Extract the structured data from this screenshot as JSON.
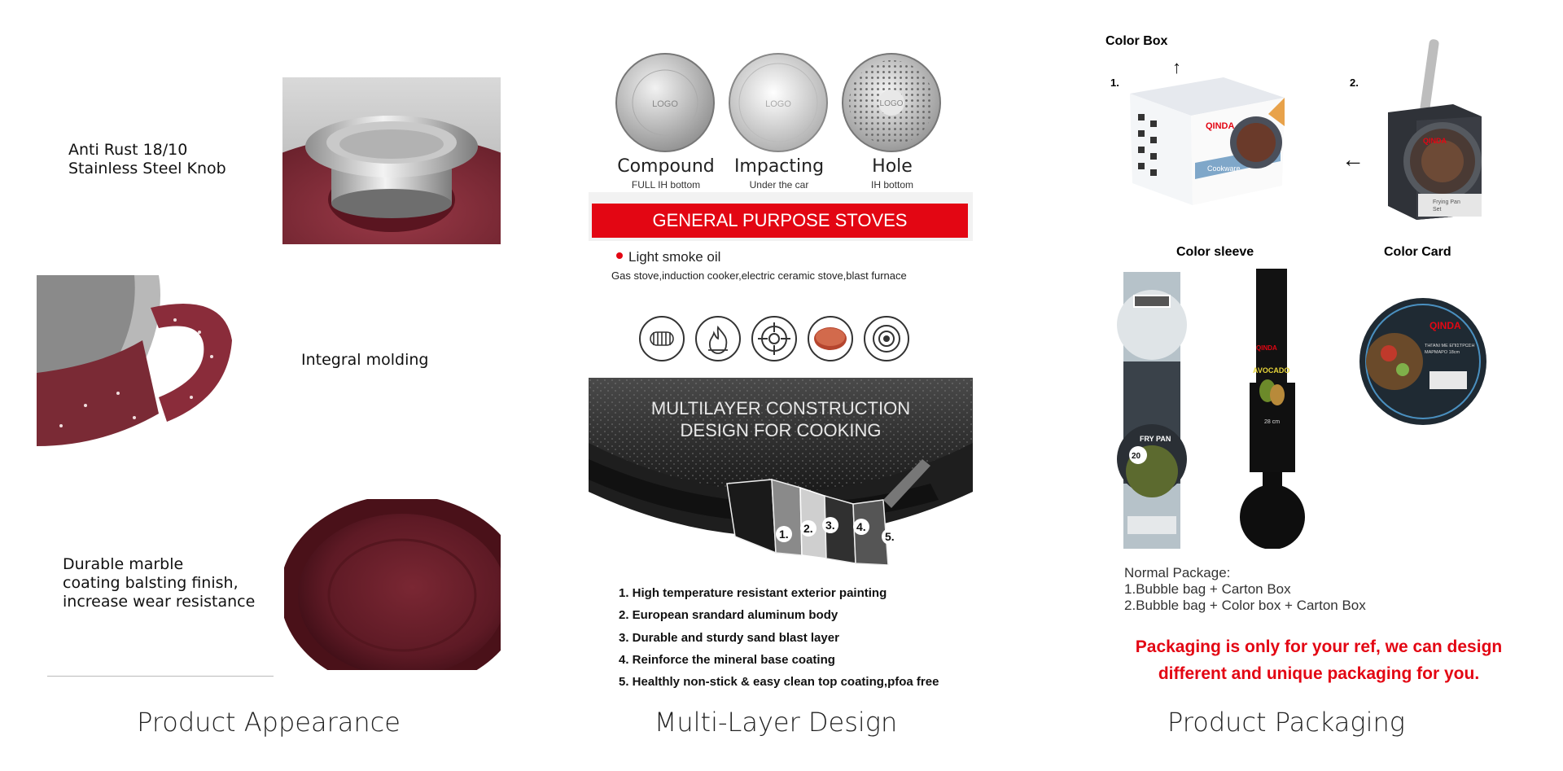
{
  "appearance": {
    "features": {
      "knob": [
        "Anti Rust 18/10",
        "Stainless Steel Knob"
      ],
      "molding": "Integral molding",
      "coating": [
        "Durable marble",
        "coating balsting finish,",
        "increase wear resistance"
      ]
    },
    "caption": "Product Appearance"
  },
  "multilayer": {
    "discs": [
      {
        "logo": "LOGO",
        "label": "Compound",
        "sub": "FULL IH bottom"
      },
      {
        "logo": "LOGO",
        "label": "Impacting",
        "sub": "Under the car"
      },
      {
        "logo": "LOGO",
        "label": "Hole",
        "sub": "IH bottom"
      }
    ],
    "banner": "GENERAL PURPOSE STOVES",
    "oil": "Light smoke oil",
    "stoves": "Gas stove,induction cooker,electric ceramic stove,blast furnace",
    "construction_title": [
      "MULTILAYER CONSTRUCTION",
      "DESIGN FOR COOKING"
    ],
    "layer_numbers": [
      "1.",
      "2.",
      "3.",
      "4.",
      "5."
    ],
    "layers": [
      "1. High temperature resistant exterior painting",
      "2. European srandard aluminum body",
      "3. Durable and sturdy sand blast layer",
      "4. Reinforce the mineral base coating",
      "5. Healthly non-stick & easy clean top coating,pfoa free"
    ],
    "caption": "Multi-Layer Design"
  },
  "packaging": {
    "color_box": "Color Box",
    "num1": "1.",
    "num2": "2.",
    "color_sleeve": "Color sleeve",
    "color_card": "Color Card",
    "brand": "QINDA",
    "box_small_text": "Cookware",
    "pan_label": "Frying Pan",
    "pan_label2": "Set",
    "sleeve1_product": "FRY PAN",
    "sleeve1_size": "20",
    "sleeve2_product": "AVOCADO",
    "sleeve2_size": "28 cm",
    "card_greek": [
      "ΤΗΓΑΝΙ ΜΕ ΕΠΙΣΤΡΩΣΗ",
      "ΜΑΡΜΑΡΟ 18cm"
    ],
    "normal_title": "Normal Package:",
    "normal_items": [
      "1.Bubble bag + Carton Box",
      "2.Bubble bag + Color box + Carton Box"
    ],
    "note": [
      "Packaging is only for your ref, we can design",
      "different and unique packaging for you."
    ],
    "caption": "Product Packaging"
  },
  "colors": {
    "banner_red": "#e30613",
    "pan_burgundy": "#6e1f2a",
    "note_red": "#e30613"
  }
}
